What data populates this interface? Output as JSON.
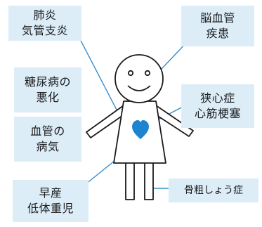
{
  "labels": {
    "lung": "肺炎\n気管支炎",
    "brain": "脳血管\n疾患",
    "diabetes": "糖尿病の\n悪化",
    "angina": "狭心症\n心筋梗塞",
    "vascular": "血管の\n病気",
    "preterm": "早産\n低体重児",
    "osteoporosis": "骨粗しょう症"
  },
  "colors": {
    "box_fill": "#dcedf8",
    "leader_line": "#3a8fcb",
    "heart": "#1f84cf",
    "figure_stroke": "#1a1a1a"
  },
  "icons": {
    "figure": "person-outline",
    "heart": "heart-icon"
  }
}
